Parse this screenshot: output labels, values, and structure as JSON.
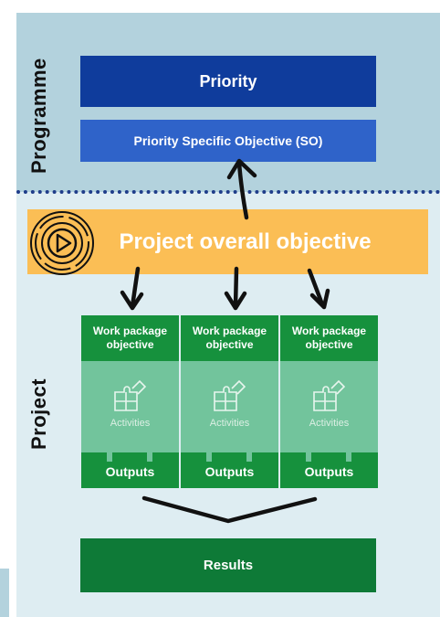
{
  "programme": {
    "label": "Programme"
  },
  "project": {
    "label": "Project"
  },
  "priority": {
    "label": "Priority"
  },
  "specific_objective": {
    "label": "Priority Specific Objective (SO)"
  },
  "overall_objective": {
    "label": "Project overall objective",
    "icon": "play-circle-icon"
  },
  "work_packages": [
    {
      "objective": "Work package\nobjective",
      "activities": "Activities",
      "outputs": "Outputs",
      "icon": "puzzle-icon"
    },
    {
      "objective": "Work package\nobjective",
      "activities": "Activities",
      "outputs": "Outputs",
      "icon": "puzzle-icon"
    },
    {
      "objective": "Work package\nobjective",
      "activities": "Activities",
      "outputs": "Outputs",
      "icon": "puzzle-icon"
    }
  ],
  "results": {
    "label": "Results"
  },
  "colors": {
    "programme_band": "#b3d2dd",
    "project_band": "#deedf2",
    "priority": "#0f3c9c",
    "specific_objective": "#2f63c9",
    "overall_objective": "#fbbe55",
    "wp_dark": "#16913d",
    "wp_light": "#72c49c",
    "results": "#0e7a37"
  }
}
